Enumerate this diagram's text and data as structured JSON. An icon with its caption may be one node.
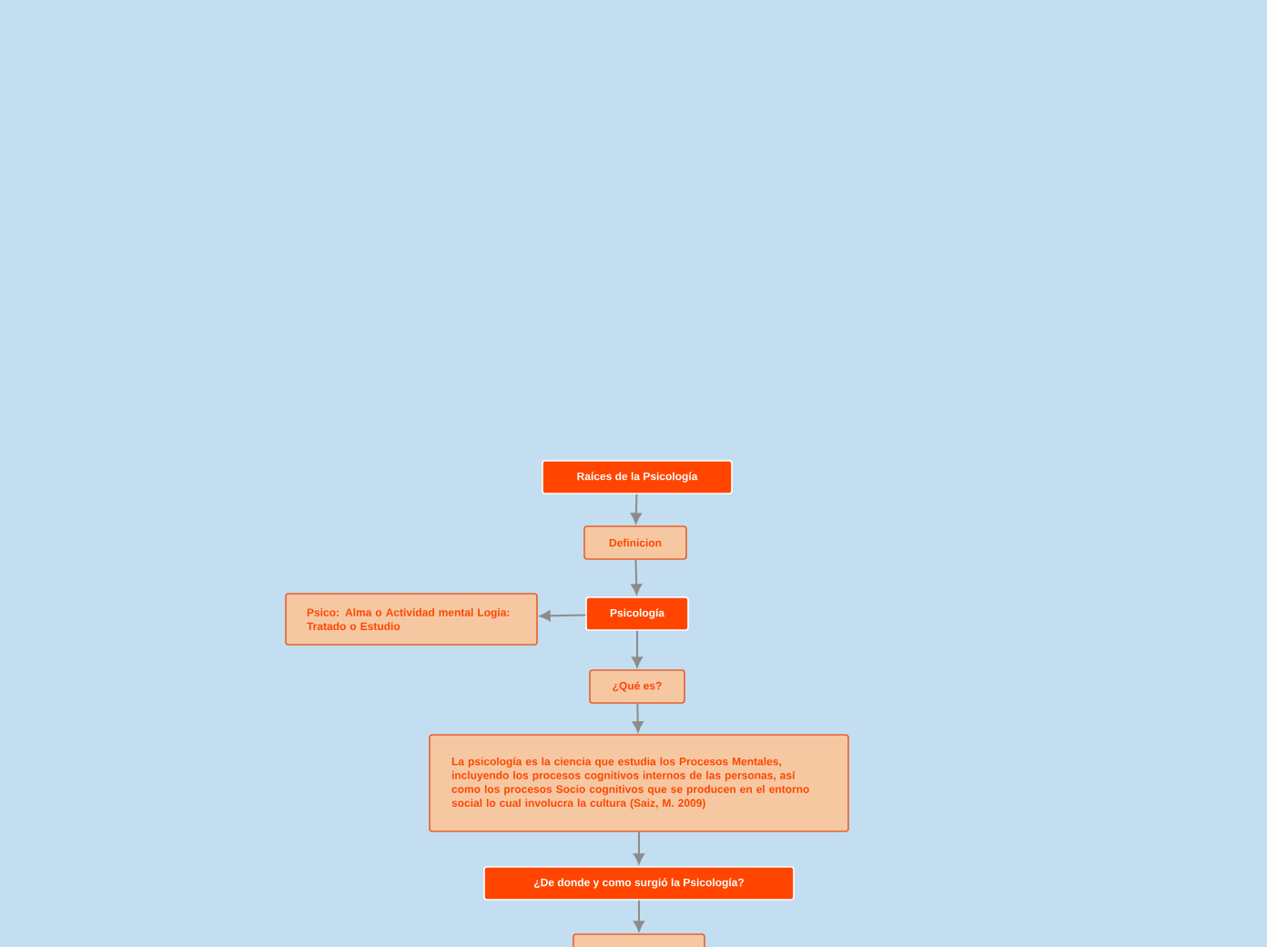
{
  "diagram": {
    "nodes": [
      {
        "text": [
          "Raíces de la Psicología"
        ]
      },
      {
        "text": [
          "Definicion"
        ]
      },
      {
        "text": [
          "Psicología"
        ]
      },
      {
        "text": [
          "Psico: Alma o Actividad mental Logia: Tratado o Estudio"
        ]
      },
      {
        "text": [
          "¿Qué es?"
        ]
      },
      {
        "text": [
          "La psicología es la ciencia que estudia los Procesos Mentales, incluyendo los procesos cognitivos internos de las personas, así como los procesos Socio cognitivos que se producen en el entorno social lo cual involucra la cultura (Saiz, M. 2009)"
        ]
      },
      {
        "text": [
          "¿De donde y como surgió la Psicología?"
        ]
      },
      {
        "text": [],
        "shape": "box"
      }
    ],
    "edges": [
      {
        "from": 0,
        "to": 1,
        "arrow": "to"
      },
      {
        "from": 1,
        "to": 2,
        "arrow": "to"
      },
      {
        "from": 2,
        "to": 3,
        "arrow": "to"
      },
      {
        "from": 2,
        "to": 4,
        "arrow": "to"
      },
      {
        "from": 4,
        "to": 5,
        "arrow": "to"
      },
      {
        "from": 5,
        "to": 6,
        "arrow": "to"
      },
      {
        "from": 6,
        "to": 7,
        "arrow": "to"
      }
    ]
  }
}
